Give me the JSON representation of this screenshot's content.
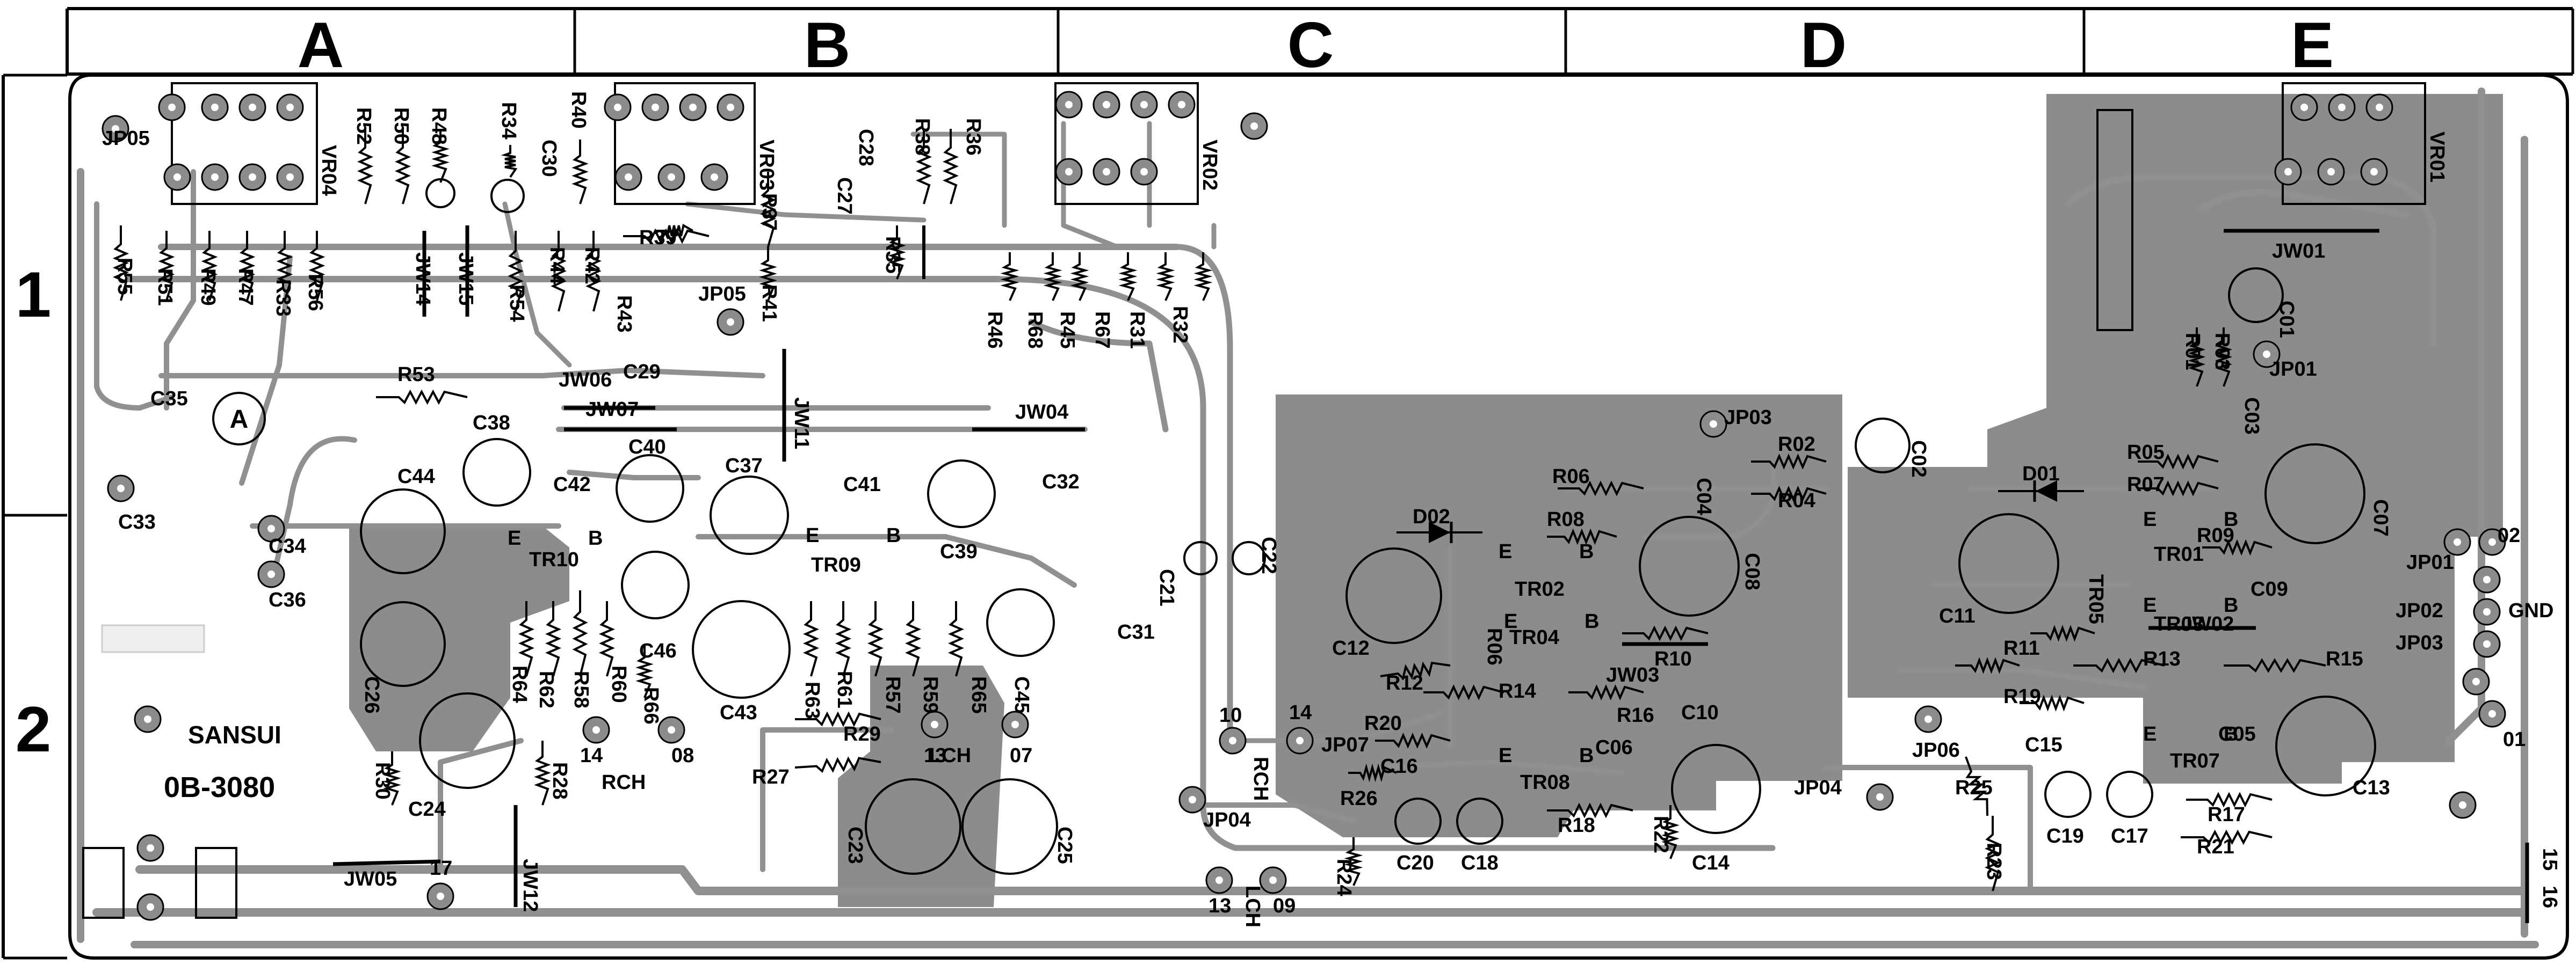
{
  "grid": {
    "columns": [
      "A",
      "B",
      "C",
      "D",
      "E"
    ],
    "rows": [
      "1",
      "2"
    ]
  },
  "board": {
    "brand": "SANSUI",
    "part_number": "0B-3080",
    "marker": "A"
  },
  "labels": {
    "vr04": "VR04",
    "vr03": "VR03",
    "vr02": "VR02",
    "vr01": "VR01",
    "jp05a": "JP05",
    "jp05b": "JP05",
    "jp03": "JP03",
    "jp01": "JP01",
    "jp07": "JP07",
    "jp04a": "JP04",
    "jp04b": "JP04",
    "jp06": "JP06",
    "r55": "R55",
    "r51": "R51",
    "r49": "R49",
    "r47": "R47",
    "r33": "R33",
    "r56": "R56",
    "r52": "R52",
    "r50": "R50",
    "r48": "R48",
    "r34": "R34",
    "r40": "R40",
    "r44": "R44",
    "r42": "R42",
    "r54": "R54",
    "r43": "R43",
    "r39": "R39",
    "r37": "R37",
    "r38": "R38",
    "r36": "R36",
    "r35": "R35",
    "r41": "R41",
    "r46": "R46",
    "r68": "R68",
    "r45": "R45",
    "r67": "R67",
    "r31": "R31",
    "r32": "R32",
    "r53": "R53",
    "r06": "R06",
    "r02": "R02",
    "r04": "R04",
    "r08": "R08",
    "r10": "R10",
    "r12": "R12",
    "r14": "R14",
    "r16": "R16",
    "r18": "R18",
    "r20": "R20",
    "r22": "R22",
    "r24": "R24",
    "r26": "R26",
    "r05": "R05",
    "r07": "R07",
    "r09": "R09",
    "r01": "R01",
    "r03": "R03",
    "r11": "R11",
    "r13": "R13",
    "r15": "R15",
    "r17": "R17",
    "r19": "R19",
    "r21": "R21",
    "r23": "R23",
    "r25": "R25",
    "r64": "R64",
    "r62": "R62",
    "r58": "R58",
    "r60": "R60",
    "r66a": "R66",
    "r30": "R30",
    "r28": "R28",
    "r27": "R27",
    "r29": "R29",
    "r63": "R63",
    "r61": "R61",
    "r57": "R57",
    "r59": "R59",
    "r65": "R65",
    "c35": "C35",
    "c33": "C33",
    "c34": "C34",
    "c36": "C36",
    "c38": "C38",
    "c44": "C44",
    "c42": "C42",
    "c40": "C40",
    "c37": "C37",
    "c41": "C41",
    "c39": "C39",
    "c32": "C32",
    "c29": "C29",
    "c30": "C30",
    "c28": "C28",
    "c27": "C27",
    "c26": "C26",
    "c24": "C24",
    "c46": "C46",
    "c43": "C43",
    "c45": "C45",
    "c23": "C23",
    "c25": "C25",
    "c21": "C21",
    "c22": "C22",
    "c31": "C31",
    "c12": "C12",
    "c04": "C04",
    "c02": "C02",
    "c08": "C08",
    "c06": "C06",
    "c10": "C10",
    "c14": "C14",
    "c16": "C16",
    "c20": "C20",
    "c18": "C18",
    "c01": "C01",
    "c03": "C03",
    "c07": "C07",
    "c05": "C05",
    "c09": "C09",
    "c11": "C11",
    "c13": "C13",
    "c15": "C15",
    "c17": "C17",
    "c19": "C19",
    "d01": "D01",
    "d02": "D02",
    "tr10": "TR10",
    "tr09": "TR09",
    "tr02": "TR02",
    "tr04": "TR04",
    "tr06": "TR06",
    "tr08": "TR08",
    "tr01": "TR01",
    "tr03": "TR03",
    "tr05": "TR05",
    "tr07": "TR07",
    "jw01": "JW01",
    "jw02": "JW02",
    "jw03": "JW03",
    "jw04": "JW04",
    "jw05": "JW05",
    "jw06": "JW06",
    "jw07": "JW07",
    "jw11": "JW11",
    "jw12": "JW12",
    "jw14": "JW14",
    "jw15": "JW15",
    "rch_a": "RCH",
    "rch_c": "RCH",
    "lch_b": "LCH",
    "lch_c": "LCH",
    "n14a": "14",
    "n08": "08",
    "n13a": "13",
    "n07": "07",
    "n17": "17",
    "n10": "10",
    "n14c": "14",
    "n13c": "13",
    "n09": "09",
    "n15": "15",
    "n16": "16",
    "n01": "01",
    "n02": "02",
    "gnd": "GND",
    "jp01r": "JP01",
    "jp02r": "JP02",
    "jp03r": "JP03",
    "e": "E",
    "b": "B"
  }
}
